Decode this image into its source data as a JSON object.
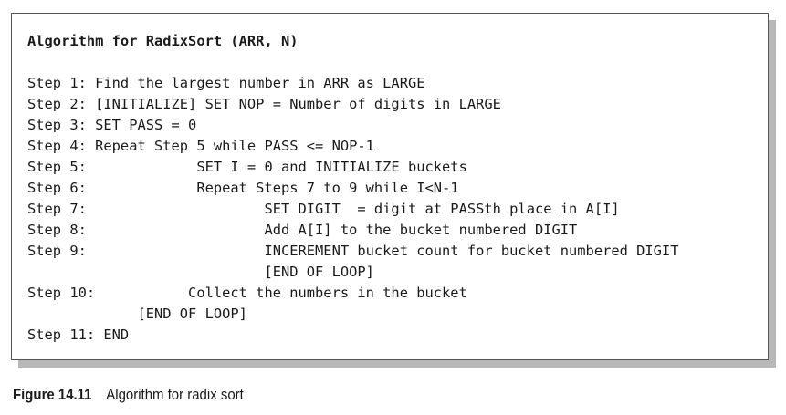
{
  "algorithm": {
    "title": "Algorithm for RadixSort (ARR, N)",
    "lines": [
      "",
      "Step 1: Find the largest number in ARR as LARGE",
      "Step 2: [INITIALIZE] SET NOP = Number of digits in LARGE",
      "Step 3: SET PASS = 0",
      "Step 4: Repeat Step 5 while PASS <= NOP-1",
      "Step 5:             SET I = 0 and INITIALIZE buckets",
      "Step 6:             Repeat Steps 7 to 9 while I<N-1",
      "Step 7:                     SET DIGIT  = digit at PASSth place in A[I]",
      "Step 8:                     Add A[I] to the bucket numbered DIGIT",
      "Step 9:                     INCEREMENT bucket count for bucket numbered DIGIT",
      "                            [END OF LOOP]",
      "Step 10:           Collect the numbers in the bucket",
      "             [END OF LOOP]",
      "Step 11: END"
    ]
  },
  "caption": {
    "label": "Figure 14.11",
    "text": "Algorithm for radix sort"
  }
}
